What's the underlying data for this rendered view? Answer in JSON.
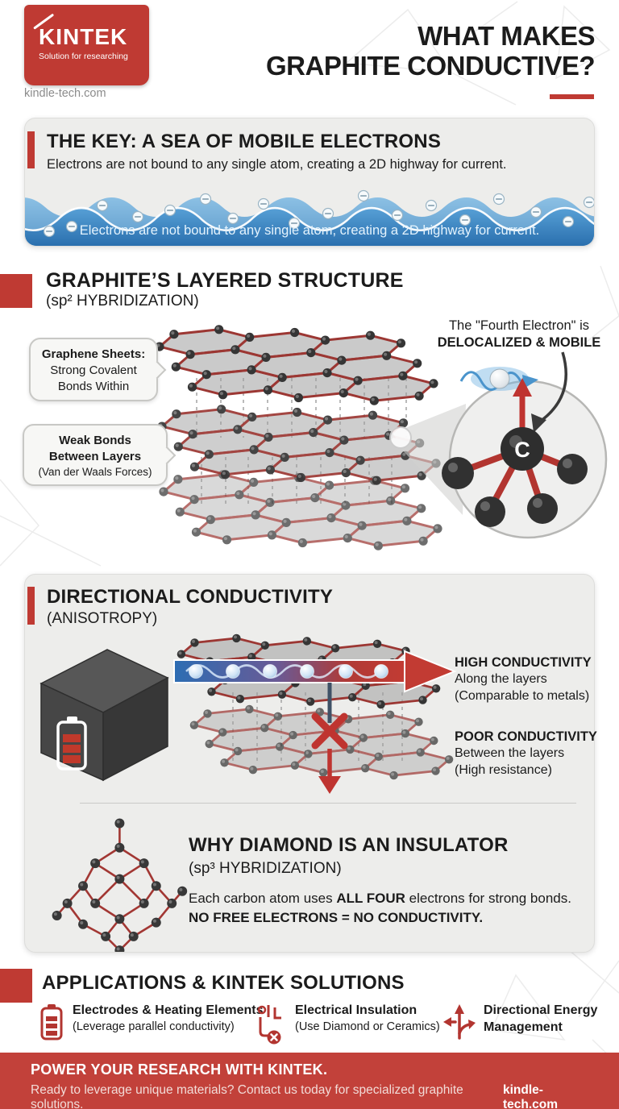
{
  "header": {
    "logo": {
      "name": "KINTEK",
      "tagline": "Solution for researching"
    },
    "website": "kindle-tech.com",
    "title_line1": "WHAT MAKES",
    "title_line2": "GRAPHITE CONDUCTIVE?"
  },
  "key": {
    "title": "THE KEY: A SEA OF MOBILE ELECTRONS",
    "subtitle": "Electrons are not bound to any single atom, creating a 2D highway for current.",
    "wave_caption": "Electrons are not bound to any single atom, creating a 2D highway for current."
  },
  "structure": {
    "title": "GRAPHITE’S LAYERED STRUCTURE",
    "subtitle": "(sp² HYBRIDIZATION)",
    "callout_sheets": {
      "title": "Graphene Sheets:",
      "line1": "Strong Covalent",
      "line2": "Bonds Within"
    },
    "callout_bonds": {
      "line1": "Weak Bonds",
      "line2": "Between Layers",
      "sub": "(Van der Waals Forces)"
    },
    "fourth_electron": {
      "line1": "The \"Fourth Electron\" is",
      "line2": "DELOCALIZED & MOBILE"
    },
    "carbon_label": "C"
  },
  "conductivity": {
    "title": "DIRECTIONAL CONDUCTIVITY",
    "subtitle": "(ANISOTROPY)",
    "high": {
      "title": "HIGH CONDUCTIVITY",
      "line1": "Along the layers",
      "line2": "(Comparable to metals)"
    },
    "poor": {
      "title": "POOR CONDUCTIVITY",
      "line1": "Between the layers",
      "line2": "(High resistance)"
    }
  },
  "diamond": {
    "title": "WHY DIAMOND IS AN INSULATOR",
    "subtitle": "(sp³ HYBRIDIZATION)",
    "body1_pre": "Each carbon atom uses ",
    "body1_bold": "ALL FOUR",
    "body1_post": " electrons for strong bonds.",
    "body2": "NO FREE ELECTRONS = NO CONDUCTIVITY."
  },
  "applications": {
    "title": "APPLICATIONS & KINTEK SOLUTIONS",
    "items": [
      {
        "icon": "battery-icon",
        "title": "Electrodes & Heating Elements",
        "subtitle": "(Leverage parallel conductivity)"
      },
      {
        "icon": "insulation-circuit-icon",
        "title": "Electrical Insulation",
        "subtitle": "(Use Diamond or Ceramics)"
      },
      {
        "icon": "direction-arrows-icon",
        "title": "Directional Energy Management",
        "subtitle": ""
      }
    ]
  },
  "footer": {
    "title": "POWER YOUR RESEARCH WITH KINTEK.",
    "text": "Ready to leverage unique materials? Contact us today for specialized graphite solutions.",
    "link": "kindle-tech.com"
  },
  "colors": {
    "brand_red": "#bf3a33",
    "footer_red": "#c2413a",
    "wave_blue_dark": "#2a6fae",
    "wave_blue_light": "#8cc0e4",
    "card_gray": "#ededeb",
    "bond_red": "#9c3733"
  }
}
